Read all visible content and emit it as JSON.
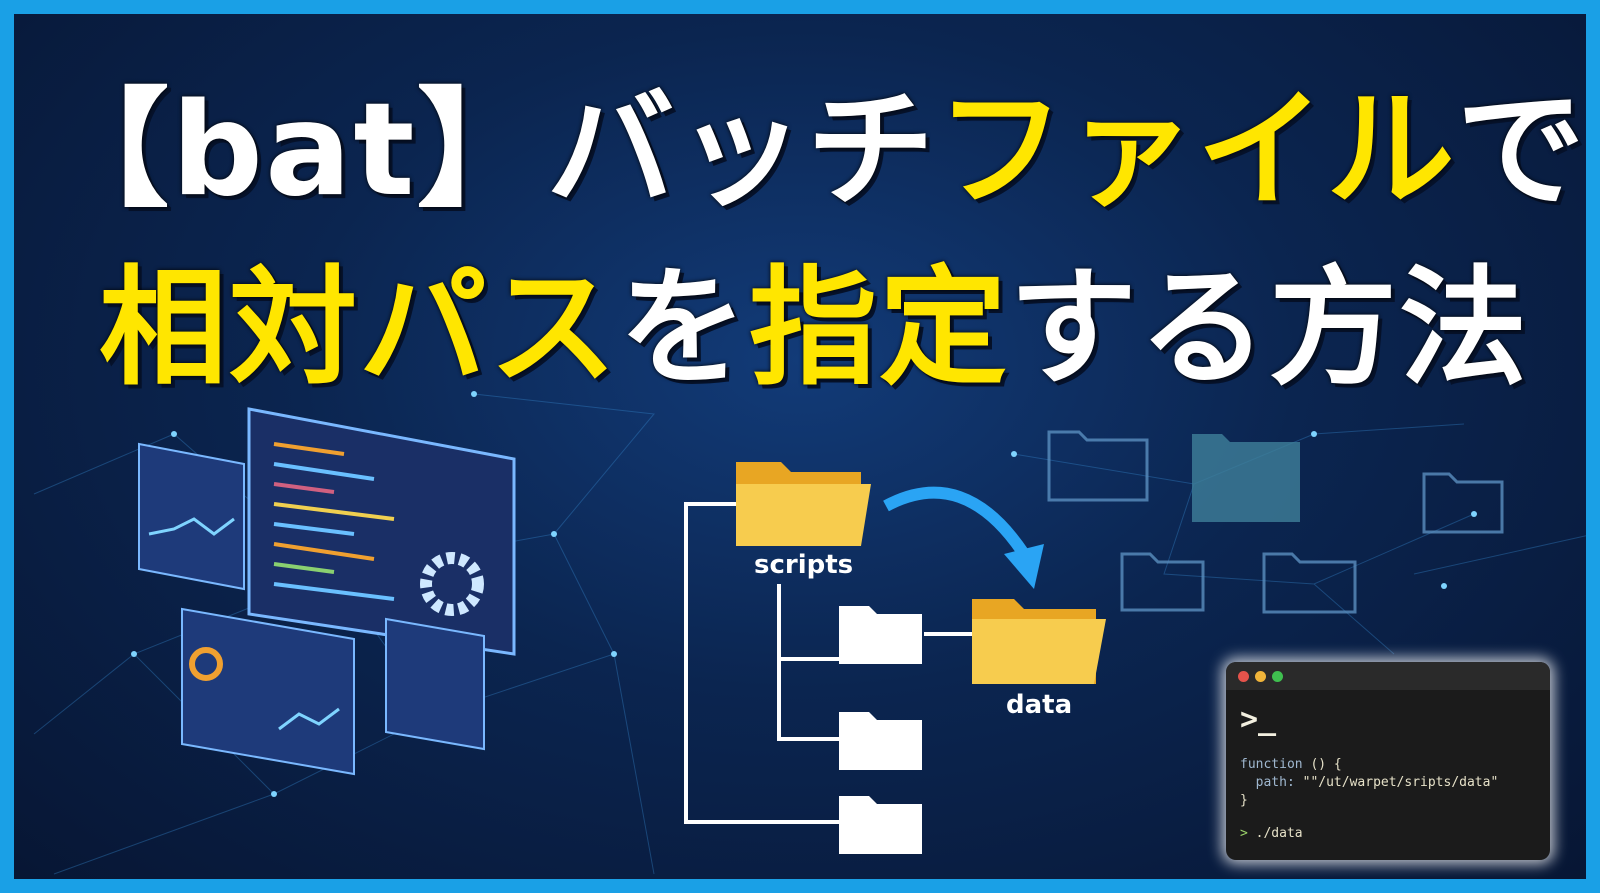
{
  "title": {
    "line1": [
      {
        "text": "【bat】バッチ",
        "color": "white"
      },
      {
        "text": "ファイル",
        "color": "yellow"
      },
      {
        "text": "で",
        "color": "white"
      }
    ],
    "line2": [
      {
        "text": "相対パス",
        "color": "yellow"
      },
      {
        "text": "を",
        "color": "white"
      },
      {
        "text": "指定",
        "color": "yellow"
      },
      {
        "text": "する方法",
        "color": "white"
      }
    ]
  },
  "colors": {
    "border": "#1aa0e6",
    "accent_yellow": "#ffe600",
    "folder": "#f4c542",
    "arrow": "#2aa4f4"
  },
  "folder_tree": {
    "source_label": "scripts",
    "target_label": "data"
  },
  "terminal": {
    "prompt": ">_",
    "code_line1_kw": "function",
    "code_line1_rest": " () {",
    "code_line2_kw": "  path:",
    "code_line2_rest": " \"\"/ut/warpet/sripts/data\"",
    "code_line3": "}",
    "command_arrow": ">",
    "command": " ./data"
  }
}
